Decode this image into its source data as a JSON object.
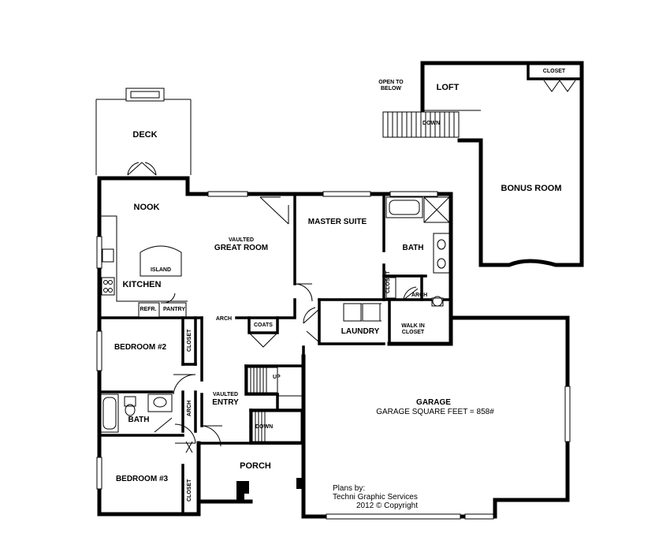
{
  "rooms": {
    "deck": "DECK",
    "nook": "NOOK",
    "great_room_vaulted": "VAULTED",
    "great_room": "GREAT ROOM",
    "island": "ISLAND",
    "kitchen": "KITCHEN",
    "refr": "REFR.",
    "pantry": "PANTRY",
    "master_suite": "MASTER SUITE",
    "master_bath": "BATH",
    "closet_master": "CLOSET",
    "arch_master": "ARCH",
    "walk_in_closet_1": "WALK IN",
    "walk_in_closet_2": "CLOSET",
    "laundry": "LAUNDRY",
    "coats": "COATS",
    "arch_hall": "ARCH",
    "bedroom2": "BEDROOM #2",
    "closet_bed2": "CLOSET",
    "bath2": "BATH",
    "arch_bath": "ARCH",
    "bedroom3": "BEDROOM #3",
    "closet_bed3": "CLOSET",
    "entry_vaulted": "VAULTED",
    "entry": "ENTRY",
    "stair_up": "UP",
    "stair_down": "DOWN",
    "porch": "PORCH",
    "garage": "GARAGE",
    "garage_sqft": "GARAGE SQUARE FEET = 858#",
    "open_to_below_1": "OPEN TO",
    "open_to_below_2": "BELOW",
    "loft": "LOFT",
    "loft_stair_down": "DOWN",
    "loft_closet": "CLOSET",
    "bonus_room": "BONUS ROOM"
  },
  "credits": {
    "line1": "Plans by:",
    "line2": "Techni Graphic Services",
    "line3": "2012 © Copyright"
  }
}
